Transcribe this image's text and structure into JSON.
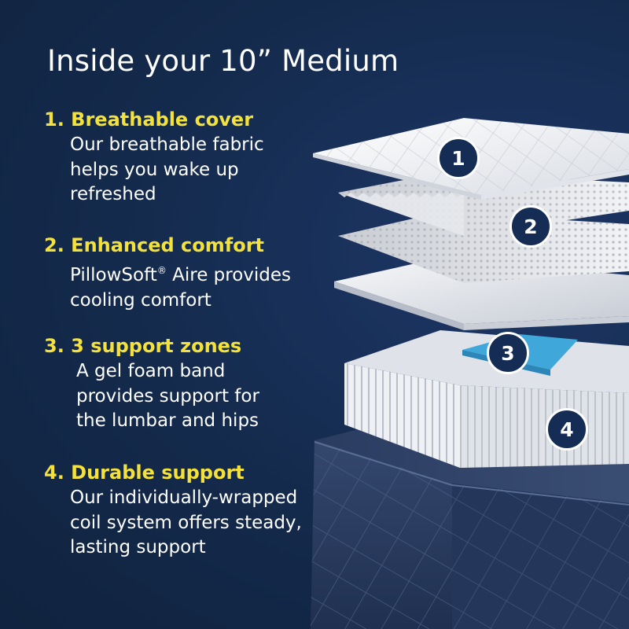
{
  "title": "Inside your 10” Medium",
  "features": [
    {
      "heading": "1. Breathable cover",
      "lines": [
        "Our breathable fabric",
        "helps you wake up",
        "refreshed"
      ]
    },
    {
      "heading": "2. Enhanced comfort",
      "brand": "PillowSoft",
      "brand_mark": "®",
      "lines": [
        " Aire provides",
        "cooling comfort"
      ]
    },
    {
      "heading": "3. 3 support zones",
      "lines": [
        "A gel foam band",
        "provides support for",
        "the lumbar and hips"
      ]
    },
    {
      "heading": "4. Durable support",
      "lines": [
        "Our individually-wrapped",
        "coil system offers steady,",
        "lasting support"
      ]
    }
  ],
  "badges": [
    "1",
    "2",
    "3",
    "4"
  ],
  "colors": {
    "background": "#142a4c",
    "heading_accent": "#f4e23a",
    "text": "#ffffff",
    "gel_band": "#3fa7d9",
    "base_fabric": "#2c3f63"
  },
  "layer_images": [
    "breathable-cover-layer",
    "comfort-foam-layer",
    "coil-support-layer",
    "mattress-base"
  ]
}
